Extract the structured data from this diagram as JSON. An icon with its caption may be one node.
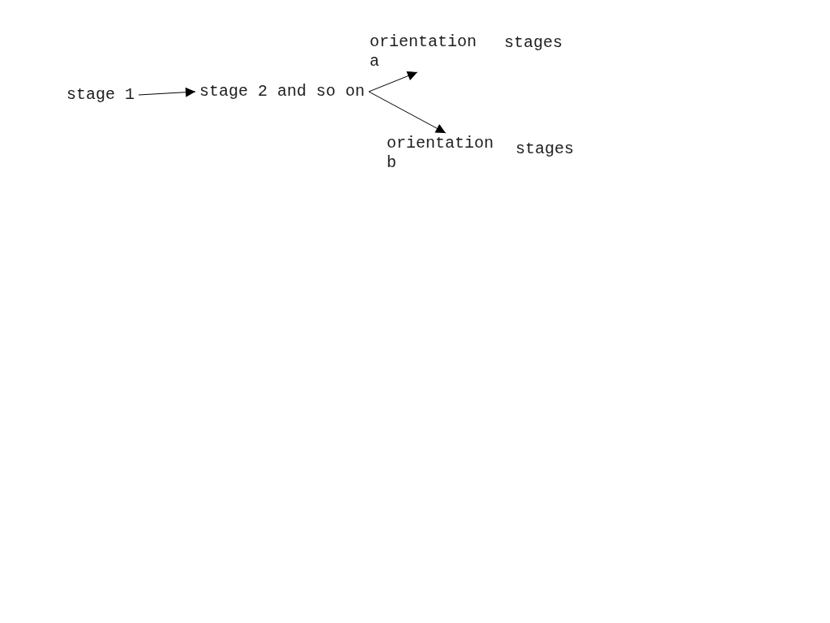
{
  "diagram": {
    "nodes": [
      {
        "text": [
          "stage 1"
        ]
      },
      {
        "text": [
          "stage 2 and so on"
        ]
      },
      {
        "text": [
          "orientation a"
        ]
      },
      {
        "text": [
          "orientation b"
        ]
      }
    ],
    "edges": [
      {
        "from": 0,
        "to": 1,
        "arrow": "to"
      },
      {
        "from": 1,
        "to": 2,
        "arrow": "to"
      },
      {
        "from": 1,
        "to": 3,
        "arrow": "to"
      }
    ],
    "labels": [
      "stages",
      "stages"
    ]
  }
}
